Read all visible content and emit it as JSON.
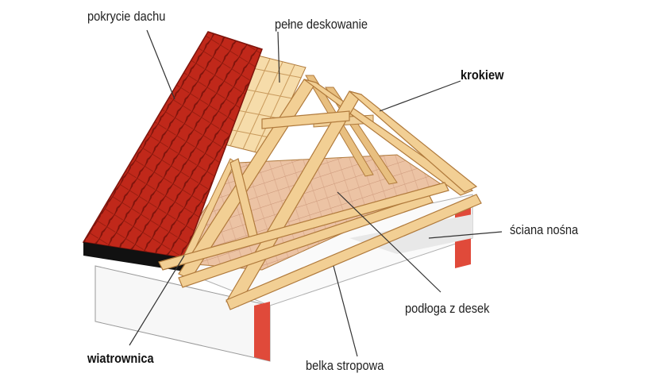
{
  "labels": {
    "pokrycie_dachu": "pokrycie dachu",
    "pelne_deskowanie": "pełne deskowanie",
    "krokiew": "krokiew",
    "sciana_nosna": "ściana nośna",
    "podloga_z_desek": "podłoga z desek",
    "wiatrownica": "wiatrownica",
    "belka_stropowa": "belka stropowa"
  },
  "colors": {
    "tile": "#c0281a",
    "tile_dark": "#7d140c",
    "timber": "#f2cf94",
    "timber_edge": "#b07a3c",
    "board": "#f6dcaa",
    "floor": "#e8bfa0",
    "wall": "#f7f7f7",
    "wall_red": "#e04a3a",
    "leader": "#333333"
  }
}
